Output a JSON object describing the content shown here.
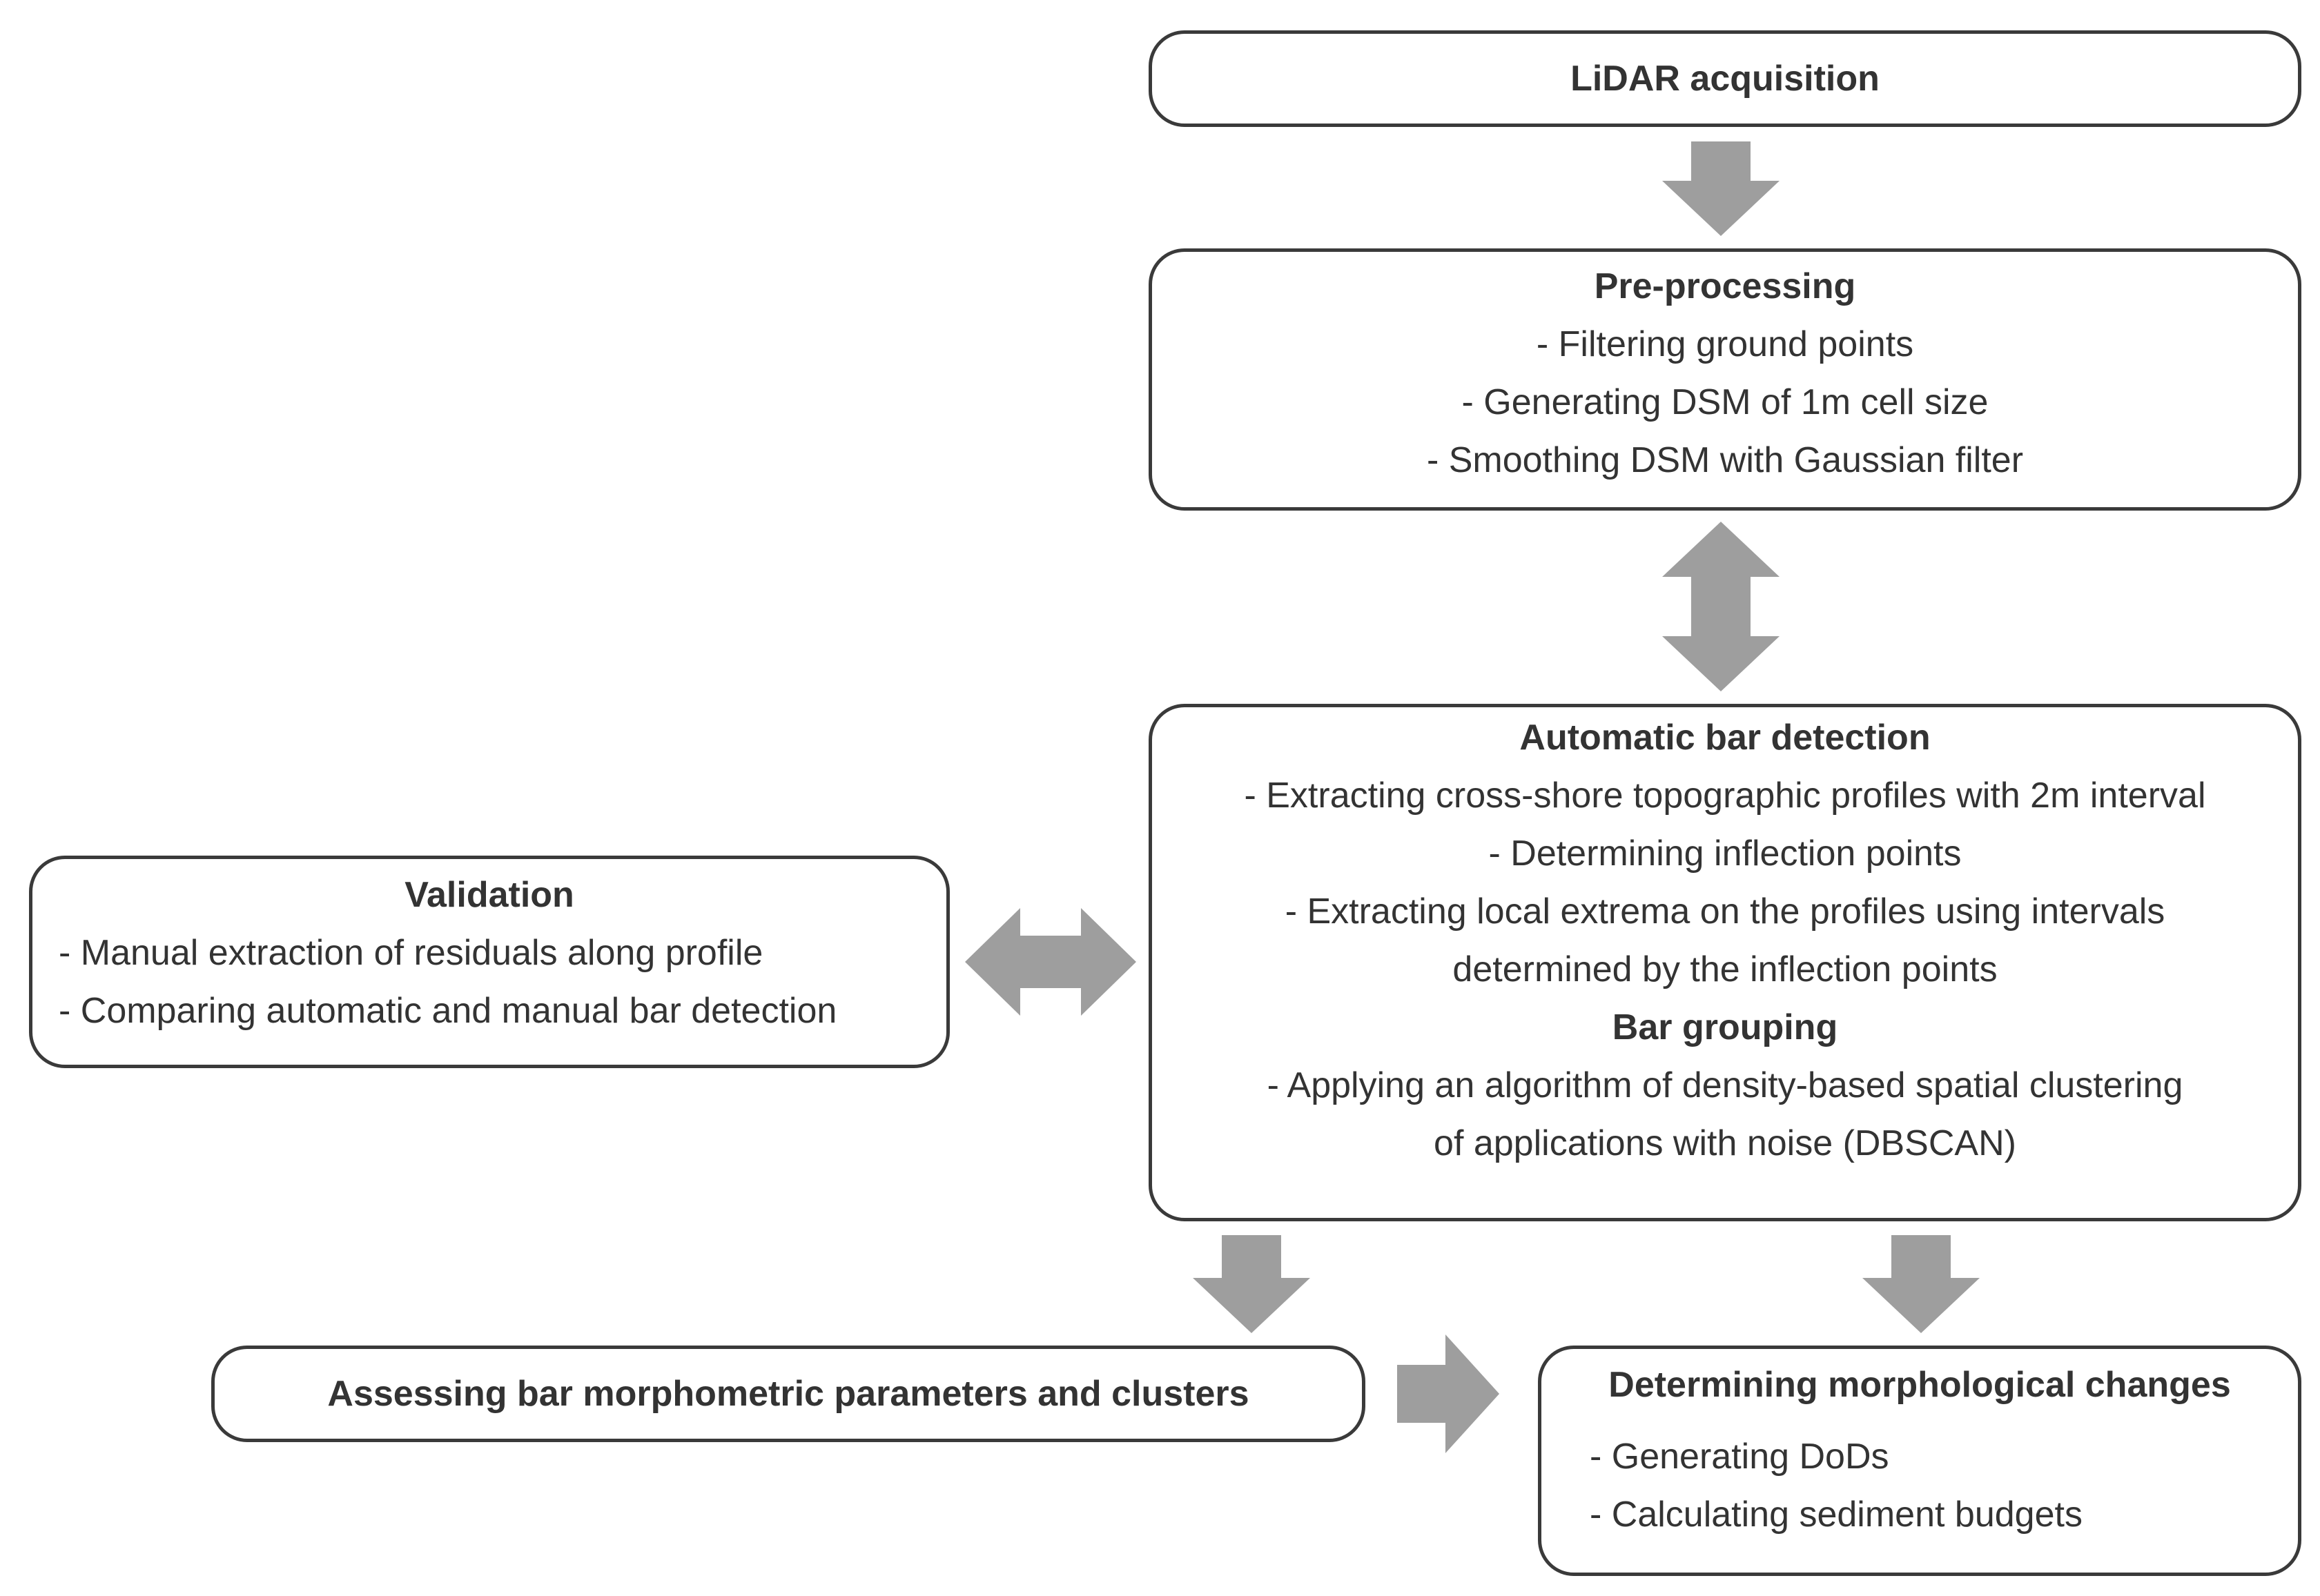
{
  "colors": {
    "box_border": "#3a3a3a",
    "arrow_fill": "#9e9e9e",
    "text": "#333333"
  },
  "boxes": {
    "lidar": {
      "title": "LiDAR acquisition"
    },
    "preprocessing": {
      "title": "Pre-processing",
      "lines": [
        "- Filtering ground points",
        "- Generating DSM of 1m cell size",
        "- Smoothing DSM with Gaussian filter"
      ]
    },
    "automatic": {
      "title": "Automatic bar detection",
      "lines": [
        "- Extracting cross-shore topographic profiles with 2m interval",
        "- Determining inflection points",
        "- Extracting local extrema on the profiles using intervals",
        "determined by the inflection points"
      ],
      "subtitle": "Bar grouping",
      "sublines": [
        "- Applying an algorithm of density-based spatial clustering",
        "of applications with noise (DBSCAN)"
      ]
    },
    "validation": {
      "title": "Validation",
      "lines": [
        "- Manual extraction of residuals along profile",
        "- Comparing automatic and manual bar detection"
      ]
    },
    "assessing": {
      "title": "Assessing bar morphometric parameters and clusters"
    },
    "morphological": {
      "title": "Determining morphological  changes",
      "lines": [
        "- Generating DoDs",
        "- Calculating sediment budgets"
      ]
    }
  }
}
